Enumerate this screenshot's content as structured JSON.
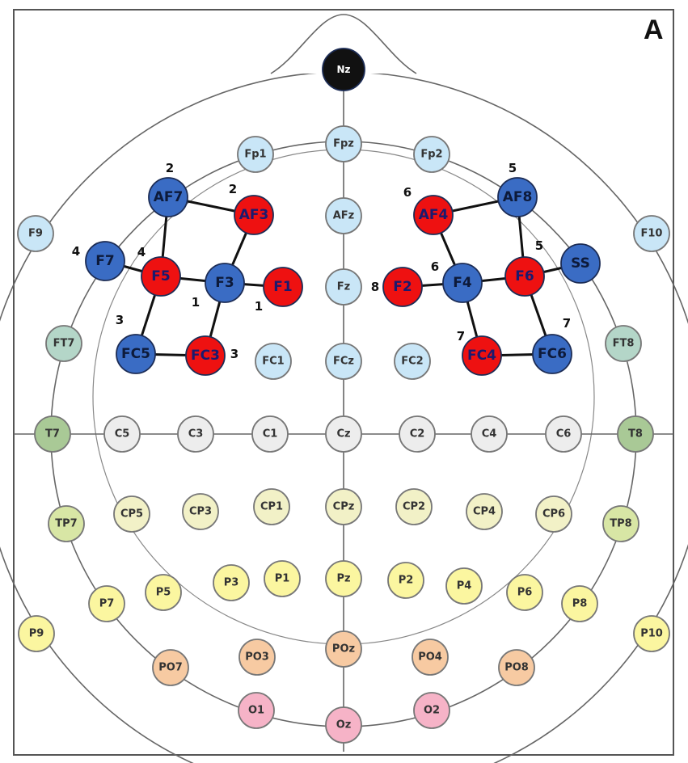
{
  "panel_label": "A",
  "colors": {
    "nasion": "#111111",
    "frontal_pole": "#c9e6f7",
    "highlight_blue": "#3a6cc4",
    "highlight_red": "#ee1111",
    "temporal_green": "#b4d6c8",
    "temporal_mid": "#a9c996",
    "central": "#ededed",
    "centroparietal": "#f2f1c7",
    "temporoparietal": "#d8e6a5",
    "parietal": "#fbf6a0",
    "parieto_occipital": "#f7caa2",
    "occipital": "#f6b3c7",
    "outline": "#666666"
  },
  "electrodes": [
    {
      "id": "Nz",
      "group": "nasion"
    },
    {
      "id": "Fp1",
      "group": "frontal_pole"
    },
    {
      "id": "Fpz",
      "group": "frontal_pole"
    },
    {
      "id": "Fp2",
      "group": "frontal_pole"
    },
    {
      "id": "F9",
      "group": "frontal_pole"
    },
    {
      "id": "AF7",
      "group": "highlight_blue"
    },
    {
      "id": "AF3",
      "group": "highlight_red"
    },
    {
      "id": "AFz",
      "group": "frontal_pole"
    },
    {
      "id": "AF4",
      "group": "highlight_red"
    },
    {
      "id": "AF8",
      "group": "highlight_blue"
    },
    {
      "id": "F10",
      "group": "frontal_pole"
    },
    {
      "id": "F7",
      "group": "highlight_blue"
    },
    {
      "id": "F5",
      "group": "highlight_red"
    },
    {
      "id": "F3",
      "group": "highlight_blue"
    },
    {
      "id": "F1",
      "group": "highlight_red"
    },
    {
      "id": "Fz",
      "group": "frontal_pole"
    },
    {
      "id": "F2",
      "group": "highlight_red"
    },
    {
      "id": "F4",
      "group": "highlight_blue"
    },
    {
      "id": "F6",
      "group": "highlight_red"
    },
    {
      "id": "SS",
      "group": "highlight_blue"
    },
    {
      "id": "FT7",
      "group": "temporal_green"
    },
    {
      "id": "FC5",
      "group": "highlight_blue"
    },
    {
      "id": "FC3",
      "group": "highlight_red"
    },
    {
      "id": "FC1",
      "group": "frontal_pole"
    },
    {
      "id": "FCz",
      "group": "frontal_pole"
    },
    {
      "id": "FC2",
      "group": "frontal_pole"
    },
    {
      "id": "FC4",
      "group": "highlight_red"
    },
    {
      "id": "FC6",
      "group": "highlight_blue"
    },
    {
      "id": "FT8",
      "group": "temporal_green"
    },
    {
      "id": "T7",
      "group": "temporal_mid"
    },
    {
      "id": "C5",
      "group": "central"
    },
    {
      "id": "C3",
      "group": "central"
    },
    {
      "id": "C1",
      "group": "central"
    },
    {
      "id": "Cz",
      "group": "central"
    },
    {
      "id": "C2",
      "group": "central"
    },
    {
      "id": "C4",
      "group": "central"
    },
    {
      "id": "C6",
      "group": "central"
    },
    {
      "id": "T8",
      "group": "temporal_mid"
    },
    {
      "id": "TP7",
      "group": "temporoparietal"
    },
    {
      "id": "CP5",
      "group": "centroparietal"
    },
    {
      "id": "CP3",
      "group": "centroparietal"
    },
    {
      "id": "CP1",
      "group": "centroparietal"
    },
    {
      "id": "CPz",
      "group": "centroparietal"
    },
    {
      "id": "CP2",
      "group": "centroparietal"
    },
    {
      "id": "CP4",
      "group": "centroparietal"
    },
    {
      "id": "CP6",
      "group": "centroparietal"
    },
    {
      "id": "TP8",
      "group": "temporoparietal"
    },
    {
      "id": "P9",
      "group": "parietal"
    },
    {
      "id": "P7",
      "group": "parietal"
    },
    {
      "id": "P5",
      "group": "parietal"
    },
    {
      "id": "P3",
      "group": "parietal"
    },
    {
      "id": "P1",
      "group": "parietal"
    },
    {
      "id": "Pz",
      "group": "parietal"
    },
    {
      "id": "P2",
      "group": "parietal"
    },
    {
      "id": "P4",
      "group": "parietal"
    },
    {
      "id": "P6",
      "group": "parietal"
    },
    {
      "id": "P8",
      "group": "parietal"
    },
    {
      "id": "P10",
      "group": "parietal"
    },
    {
      "id": "PO7",
      "group": "parieto_occipital"
    },
    {
      "id": "PO3",
      "group": "parieto_occipital"
    },
    {
      "id": "POz",
      "group": "parieto_occipital"
    },
    {
      "id": "PO4",
      "group": "parieto_occipital"
    },
    {
      "id": "PO8",
      "group": "parieto_occipital"
    },
    {
      "id": "O1",
      "group": "occipital"
    },
    {
      "id": "Oz",
      "group": "occipital"
    },
    {
      "id": "O2",
      "group": "occipital"
    }
  ],
  "connections": [
    [
      "AF7",
      "AF3"
    ],
    [
      "AF7",
      "F5"
    ],
    [
      "F7",
      "F5"
    ],
    [
      "F5",
      "F3"
    ],
    [
      "AF3",
      "F3"
    ],
    [
      "F3",
      "F1"
    ],
    [
      "F5",
      "FC5"
    ],
    [
      "FC5",
      "FC3"
    ],
    [
      "FC3",
      "F3"
    ],
    [
      "AF4",
      "AF8"
    ],
    [
      "AF4",
      "F4"
    ],
    [
      "F2",
      "F4"
    ],
    [
      "F4",
      "F6"
    ],
    [
      "AF8",
      "F6"
    ],
    [
      "F6",
      "SS"
    ],
    [
      "F4",
      "FC4"
    ],
    [
      "FC4",
      "FC6"
    ],
    [
      "FC6",
      "F6"
    ]
  ],
  "channel_numbers": [
    {
      "text": "2",
      "near": "AF7"
    },
    {
      "text": "2",
      "near": "AF3"
    },
    {
      "text": "4",
      "near": "F7"
    },
    {
      "text": "4",
      "near": "F5"
    },
    {
      "text": "1",
      "near": "F3"
    },
    {
      "text": "1",
      "near": "F1"
    },
    {
      "text": "3",
      "near": "FC5"
    },
    {
      "text": "3",
      "near": "FC3"
    },
    {
      "text": "5",
      "near": "AF8"
    },
    {
      "text": "6",
      "near": "AF4"
    },
    {
      "text": "5",
      "near": "F6"
    },
    {
      "text": "6",
      "near": "F4"
    },
    {
      "text": "8",
      "near": "F2"
    },
    {
      "text": "7",
      "near": "FC4"
    },
    {
      "text": "7",
      "near": "FC6"
    }
  ]
}
